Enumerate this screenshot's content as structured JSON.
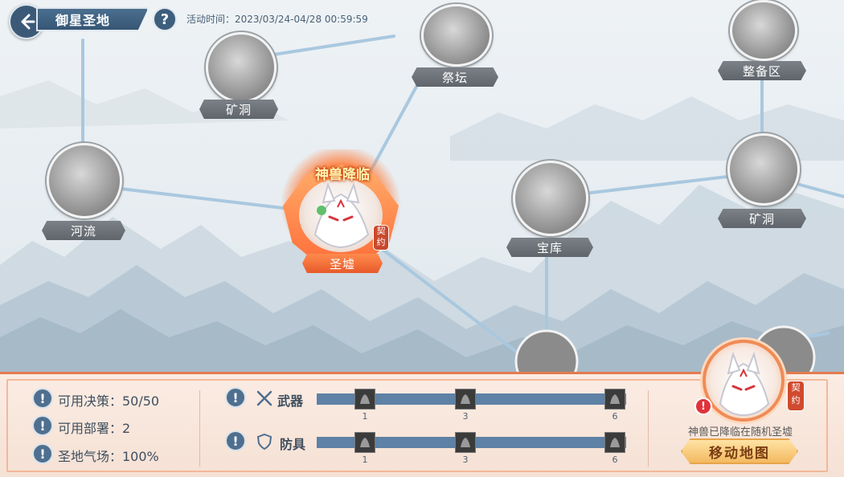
{
  "header": {
    "title": "御星圣地",
    "help_glyph": "?",
    "event_time": "活动时间：2023/03/24-04/28 00:59:59"
  },
  "map": {
    "nodes": [
      {
        "id": "mine-top",
        "label": "矿洞"
      },
      {
        "id": "altar",
        "label": "祭坛"
      },
      {
        "id": "prep-area",
        "label": "整备区"
      },
      {
        "id": "river",
        "label": "河流"
      },
      {
        "id": "treasury",
        "label": "宝库"
      },
      {
        "id": "mine-right",
        "label": "矿洞"
      },
      {
        "id": "sanctuary",
        "label": "圣墟"
      }
    ],
    "beast_descended": "神兽降临",
    "contract": "契约"
  },
  "panel": {
    "stats": [
      {
        "label": "可用决策：50/50"
      },
      {
        "label": "可用部署：2"
      },
      {
        "label": "圣地气场：100%"
      }
    ],
    "equipment": [
      {
        "label": "武器",
        "ticks": [
          "1",
          "3",
          "6"
        ]
      },
      {
        "label": "防具",
        "ticks": [
          "1",
          "3",
          "6"
        ]
      }
    ],
    "beast": {
      "contract": "契约",
      "notice": "神兽已降临在随机圣墟",
      "move_button": "移动地图"
    }
  },
  "colors": {
    "accent_orange": "#ff7d3b",
    "header_blue": "#3c5a78",
    "track_blue": "#5e81a6",
    "alert_red": "#e0323a"
  }
}
